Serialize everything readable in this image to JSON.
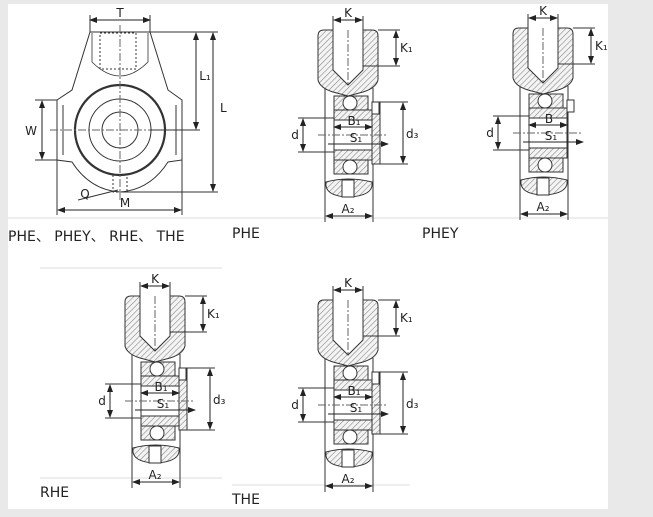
{
  "front_view": {
    "caption": "PHE、 PHEY、 RHE、 THE",
    "labels": {
      "T": "T",
      "L1": "L₁",
      "L": "L",
      "W": "W",
      "M": "M",
      "Q": "Q"
    }
  },
  "side_views": [
    {
      "id": "phe",
      "caption": "PHE",
      "labels": {
        "K": "K",
        "K1": "K₁",
        "d": "d",
        "d3": "d₃",
        "B": "B₁",
        "S1": "S₁",
        "A2": "A₂"
      }
    },
    {
      "id": "phey",
      "caption": "PHEY",
      "labels": {
        "K": "K",
        "K1": "K₁",
        "d": "d",
        "B": "B",
        "S1": "S₁",
        "A2": "A₂"
      }
    },
    {
      "id": "rhe",
      "caption": "RHE",
      "labels": {
        "K": "K",
        "K1": "K₁",
        "d": "d",
        "d3": "d₃",
        "B": "B₁",
        "S1": "S₁",
        "A2": "A₂"
      }
    },
    {
      "id": "the",
      "caption": "THE",
      "labels": {
        "K": "K",
        "K1": "K₁",
        "d": "d",
        "d3": "d₃",
        "B": "B₁",
        "S1": "S₁",
        "A2": "A₂"
      }
    }
  ],
  "colors": {
    "background": "#e9e9e9",
    "sheet": "#ffffff",
    "line": "#333333"
  }
}
